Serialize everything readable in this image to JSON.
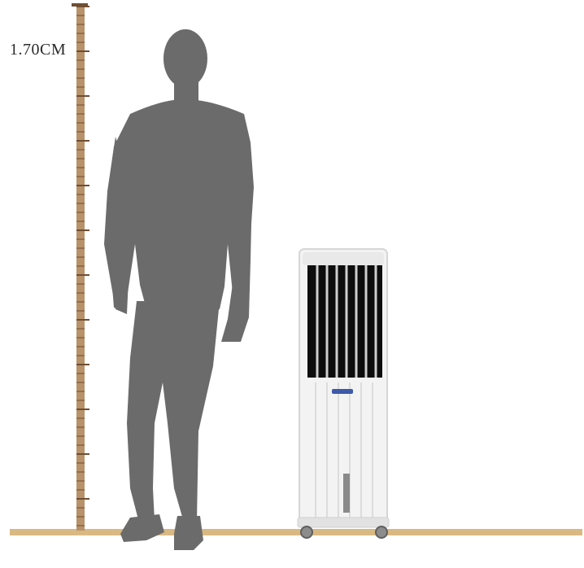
{
  "height_label": "1.70CM",
  "colors": {
    "floor": "#d9b982",
    "ruler": "#b8926a",
    "silhouette": "#6b6b6b",
    "cooler_body": "#f2f2f2",
    "cooler_louvers": "#0d0d0d"
  },
  "objects": {
    "person": "standing-man-silhouette",
    "appliance": "tower-air-cooler"
  }
}
